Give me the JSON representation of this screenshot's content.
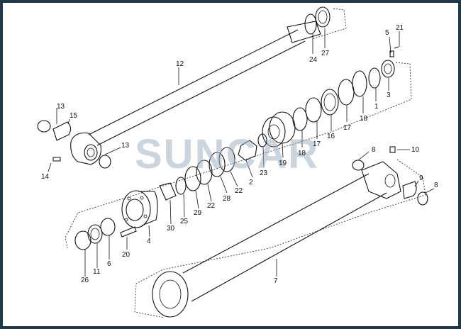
{
  "watermark": "SUNCAR",
  "part_numbers": {
    "p1": "1",
    "p2": "2",
    "p3": "3",
    "p4": "4",
    "p5": "5",
    "p6": "6",
    "p7": "7",
    "p8a": "8",
    "p8b": "8",
    "p9": "9",
    "p10": "10",
    "p11": "11",
    "p12": "12",
    "p13a": "13",
    "p13b": "13",
    "p14": "14",
    "p15": "15",
    "p16": "16",
    "p17a": "17",
    "p17b": "17",
    "p18a": "18",
    "p18b": "18",
    "p19": "19",
    "p20": "20",
    "p21": "21",
    "p22a": "22",
    "p22b": "22",
    "p23": "23",
    "p24": "24",
    "p25": "25",
    "p26": "26",
    "p27": "27",
    "p28": "28",
    "p29": "29",
    "p30": "30"
  }
}
